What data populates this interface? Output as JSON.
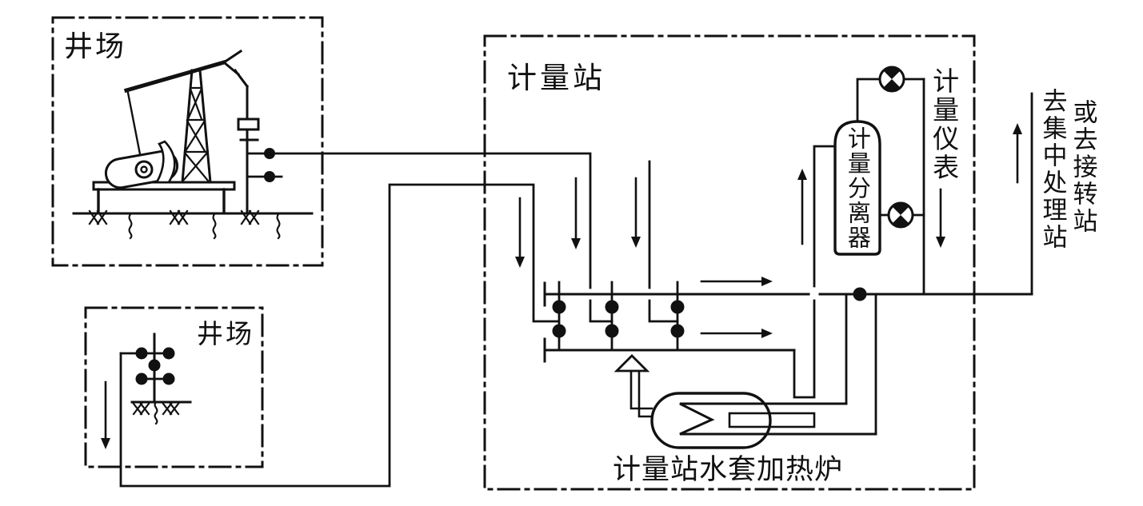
{
  "diagram": {
    "type": "oilfield-gathering-and-metering-process-schematic",
    "colors": {
      "line": "#111111",
      "background": "#ffffff"
    },
    "well_site_1": {
      "label": "井场",
      "equipment": "pumpjack-well"
    },
    "well_site_2": {
      "label": "井场",
      "equipment": "wellhead-christmas-tree"
    },
    "metering_station": {
      "label": "计量站"
    },
    "separator": {
      "label": "计量分离器"
    },
    "instruments": {
      "label": "计量仪表"
    },
    "heater": {
      "label": "计量站水套加热炉"
    },
    "destination": {
      "line1": "去集中处理站",
      "line2": "或去接转站"
    }
  }
}
